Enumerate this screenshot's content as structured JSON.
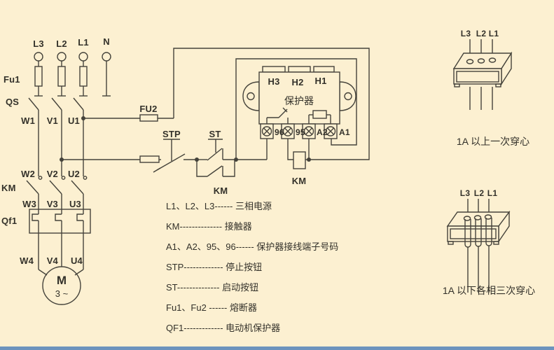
{
  "colors": {
    "background": "#fcf0d1",
    "line": "#45433b",
    "text": "#33312a",
    "bottom_bar": "#6c93bd"
  },
  "power": {
    "l3": "L3",
    "l2": "L2",
    "l1": "L1",
    "n": "N"
  },
  "components": {
    "fu1": "Fu1",
    "qs": "QS",
    "km": "KM",
    "qf1": "Qf1",
    "fu2": "FU2",
    "stp": "STP",
    "st": "ST",
    "km_aux": "KM",
    "km_coil": "KM"
  },
  "wires": {
    "w1": "W1",
    "v1": "V1",
    "u1": "U1",
    "w2": "W2",
    "v2": "V2",
    "u2": "U2",
    "w3": "W3",
    "v3": "V3",
    "u3": "U3",
    "w4": "W4",
    "v4": "V4",
    "u4": "U4"
  },
  "motor": {
    "symbol": "M",
    "phases": "3 ~"
  },
  "protector": {
    "title": "保护器",
    "tab_h3": "H3",
    "tab_h2": "H2",
    "tab_h1": "H1",
    "t96": "96",
    "t95": "95",
    "ta2": "A2",
    "ta1": "A1"
  },
  "legend": {
    "items": [
      "L1、L2、L3------ 三相电源",
      "KM-------------- 接触器",
      "A1、A2、95、96------ 保护器接线端子号码",
      "STP------------- 停止按钮",
      "ST-------------- 启动按钮",
      "Fu1、Fu2 ------ 熔断器",
      "QF1------------- 电动机保护器"
    ]
  },
  "ct_top": {
    "l3": "L3",
    "l2": "L2",
    "l1": "L1",
    "caption": "1A 以上一次穿心"
  },
  "ct_bottom": {
    "l3": "L3",
    "l2": "L2",
    "l1": "L1",
    "caption": "1A 以下各相三次穿心"
  }
}
